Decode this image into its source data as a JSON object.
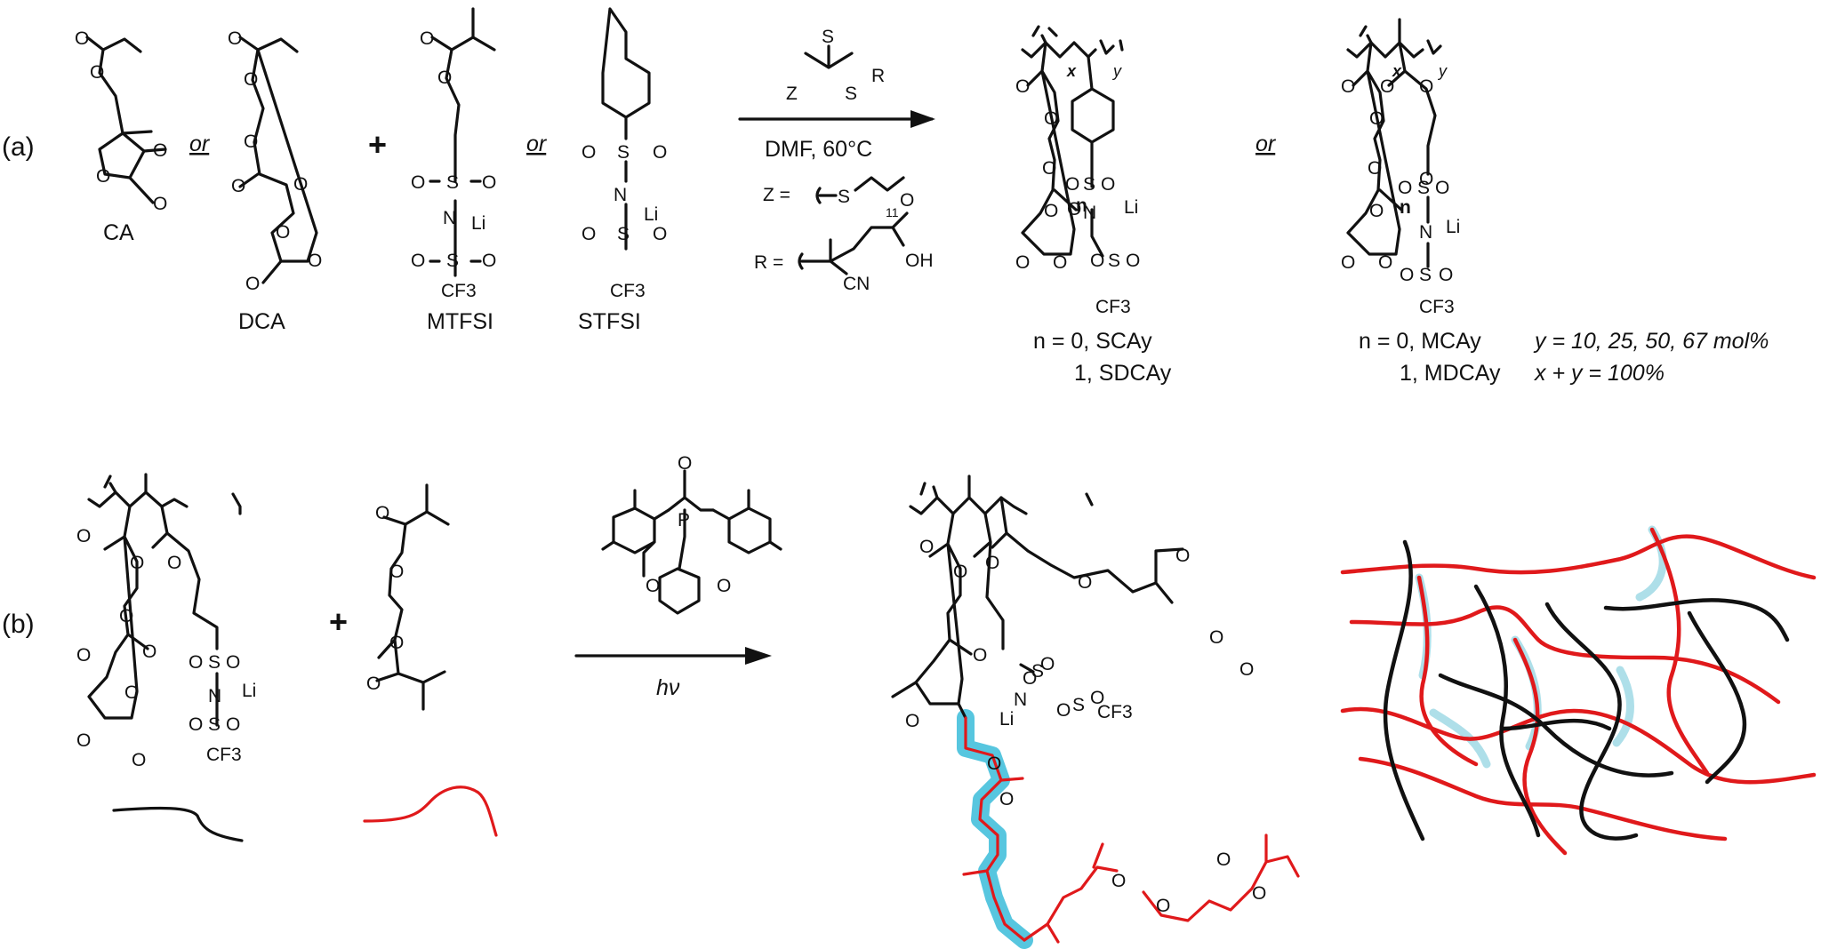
{
  "panel_a": {
    "label": "(a)",
    "monomers": {
      "ca": "CA",
      "dca": "DCA",
      "mtfsi": "MTFSI",
      "stfsi": "STFSI"
    },
    "or": "or",
    "plus": "+",
    "conditions": {
      "solvent_temp": "DMF, 60°C",
      "z_def": "Z =",
      "r_def": "R =",
      "cta_z": "Z",
      "cta_s": "S",
      "cta_r": "R",
      "sub11": "11",
      "cn": "CN",
      "oh": "OH"
    },
    "products": {
      "s_n0": "n = 0, SCAy",
      "s_n1": "1, SDCAy",
      "m_n0": "n = 0, MCAy",
      "m_n1": "1, MDCAy",
      "y_values": "y = 10, 25, 50, 67 mol%",
      "xy_sum": "x + y = 100%"
    }
  },
  "panel_b": {
    "label": "(b)",
    "plus": "+",
    "hv": "hν",
    "cf3": "CF3",
    "p": "P"
  },
  "atoms": {
    "o": "O",
    "s": "S",
    "n": "N",
    "li": "Li",
    "x": "x",
    "y": "y",
    "nsub": "n"
  },
  "colors": {
    "black_chain": "#111111",
    "red_chain": "#e0191b",
    "highlight": "#4ec3dd"
  }
}
